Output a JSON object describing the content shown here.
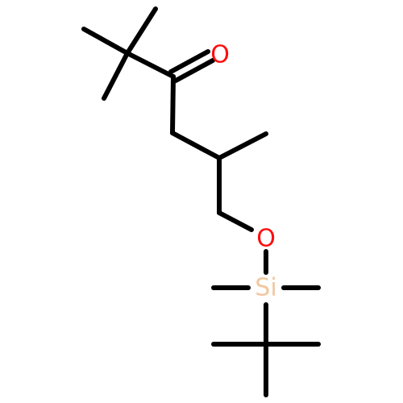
{
  "molecule": {
    "atoms": {
      "carbonyl_oxygen": {
        "label": "O",
        "color": "#ff0d0d"
      },
      "ether_oxygen": {
        "label": "O",
        "color": "#ff0d0d"
      },
      "silicon": {
        "label": "Si",
        "color": "#f0c8a0"
      }
    },
    "bond_color": "#000000"
  }
}
